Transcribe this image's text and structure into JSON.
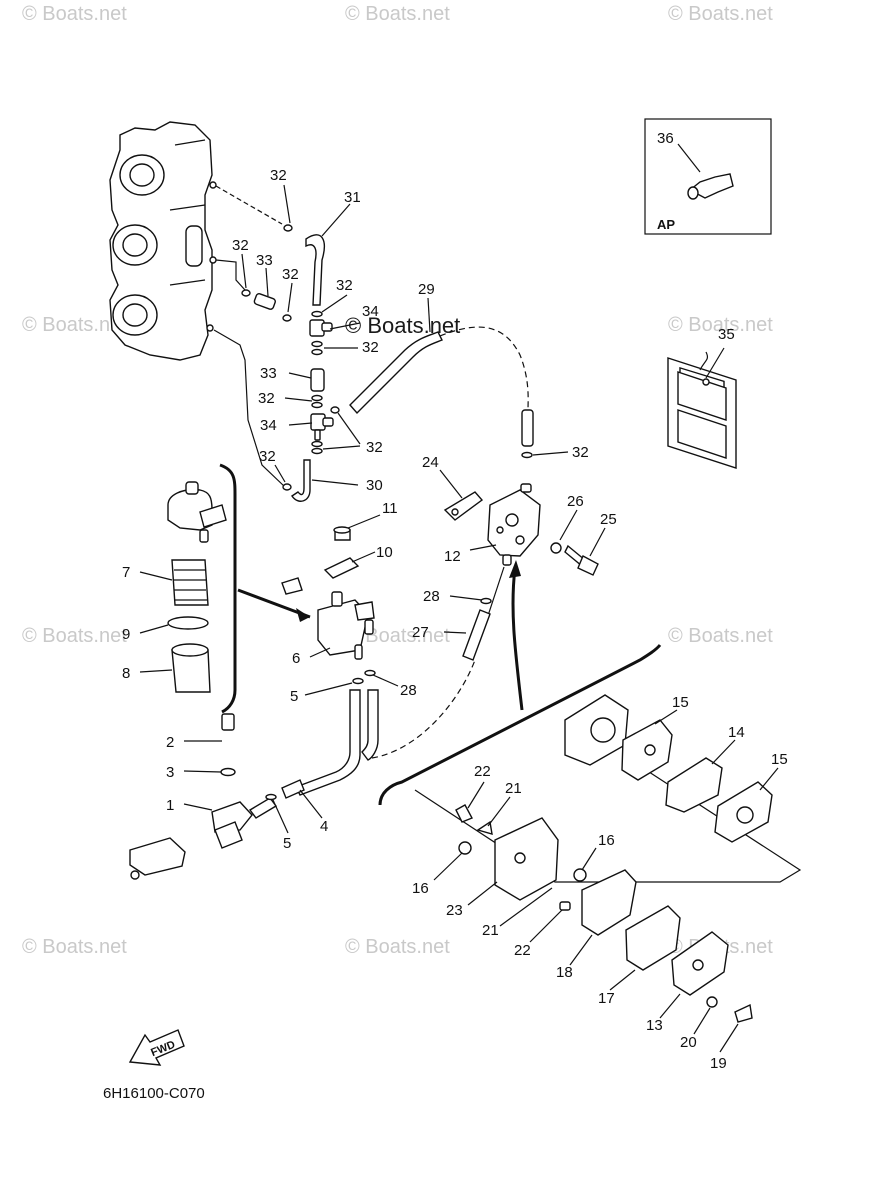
{
  "watermark": "© Boats.net",
  "watermark_center": "© Boats.net",
  "diagram_code": "6H16100-C070",
  "ap_label": "AP",
  "fwd_label": "FWD",
  "callouts": {
    "c1": "1",
    "c2": "2",
    "c3": "3",
    "c4": "4",
    "c5a": "5",
    "c5b": "5",
    "c6": "6",
    "c7": "7",
    "c8": "8",
    "c9": "9",
    "c10": "10",
    "c11": "11",
    "c12": "12",
    "c13": "13",
    "c14": "14",
    "c15a": "15",
    "c15b": "15",
    "c16a": "16",
    "c16b": "16",
    "c17": "17",
    "c18": "18",
    "c19": "19",
    "c20": "20",
    "c21a": "21",
    "c21b": "21",
    "c22a": "22",
    "c22b": "22",
    "c23": "23",
    "c24": "24",
    "c25": "25",
    "c26": "26",
    "c27": "27",
    "c28a": "28",
    "c28b": "28",
    "c29": "29",
    "c30": "30",
    "c31": "31",
    "c32a": "32",
    "c32b": "32",
    "c32c": "32",
    "c32d": "32",
    "c32e": "32",
    "c32f": "32",
    "c32g": "32",
    "c32h": "32",
    "c33a": "33",
    "c33b": "33",
    "c34a": "34",
    "c34b": "34",
    "c35": "35",
    "c36": "36"
  }
}
